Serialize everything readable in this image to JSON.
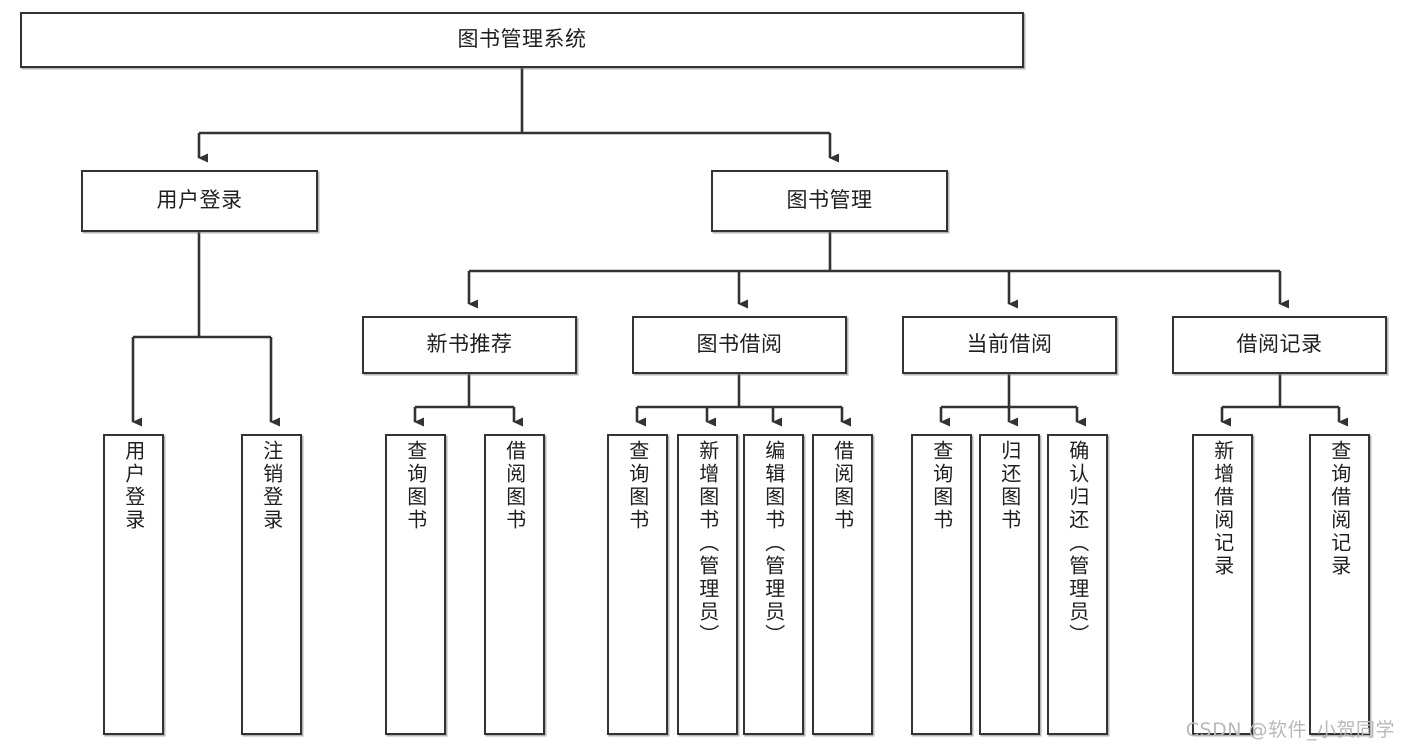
{
  "diagram": {
    "title": "图书管理系统",
    "type": "tree-hierarchy-diagram",
    "watermark": "CSDN @软件_小贺同学",
    "colors": {
      "box_border": "#333333",
      "box_fill": "#ffffff",
      "connector": "#333333",
      "text": "#1f1f1f",
      "watermark": "#b9b9b9",
      "background": "#ffffff"
    },
    "levels": {
      "level1": [
        {
          "id": "root",
          "label": "图书管理系统",
          "orientation": "horizontal"
        }
      ],
      "level2": [
        {
          "id": "user-login",
          "label": "用户登录",
          "orientation": "horizontal"
        },
        {
          "id": "book-manage",
          "label": "图书管理",
          "orientation": "horizontal"
        }
      ],
      "level3": [
        {
          "id": "new-book-recommend",
          "label": "新书推荐",
          "orientation": "horizontal",
          "parent": "book-manage"
        },
        {
          "id": "book-borrow",
          "label": "图书借阅",
          "orientation": "horizontal",
          "parent": "book-manage"
        },
        {
          "id": "current-borrow",
          "label": "当前借阅",
          "orientation": "horizontal",
          "parent": "book-manage"
        },
        {
          "id": "borrow-record",
          "label": "借阅记录",
          "orientation": "horizontal",
          "parent": "book-manage"
        }
      ],
      "level4": [
        {
          "id": "leaf-user-login",
          "label": "用户登录",
          "orientation": "vertical",
          "parent": "user-login"
        },
        {
          "id": "leaf-logout-login",
          "label": "注销登录",
          "orientation": "vertical",
          "parent": "user-login"
        },
        {
          "id": "leaf-query-book-1",
          "label": "查询图书",
          "orientation": "vertical",
          "parent": "new-book-recommend"
        },
        {
          "id": "leaf-borrow-book-1",
          "label": "借阅图书",
          "orientation": "vertical",
          "parent": "new-book-recommend"
        },
        {
          "id": "leaf-query-book-2",
          "label": "查询图书",
          "orientation": "vertical",
          "parent": "book-borrow"
        },
        {
          "id": "leaf-add-book",
          "label": "新增图书（管理员）",
          "orientation": "vertical",
          "parent": "book-borrow"
        },
        {
          "id": "leaf-edit-book",
          "label": "编辑图书（管理员）",
          "orientation": "vertical",
          "parent": "book-borrow"
        },
        {
          "id": "leaf-borrow-book-2",
          "label": "借阅图书",
          "orientation": "vertical",
          "parent": "book-borrow"
        },
        {
          "id": "leaf-query-book-3",
          "label": "查询图书",
          "orientation": "vertical",
          "parent": "current-borrow"
        },
        {
          "id": "leaf-return-book",
          "label": "归还图书",
          "orientation": "vertical",
          "parent": "current-borrow"
        },
        {
          "id": "leaf-confirm-return",
          "label": "确认归还（管理员）",
          "orientation": "vertical",
          "parent": "current-borrow"
        },
        {
          "id": "leaf-add-record",
          "label": "新增借阅记录",
          "orientation": "vertical",
          "parent": "borrow-record"
        },
        {
          "id": "leaf-query-record",
          "label": "查询借阅记录",
          "orientation": "vertical",
          "parent": "borrow-record"
        }
      ]
    }
  }
}
